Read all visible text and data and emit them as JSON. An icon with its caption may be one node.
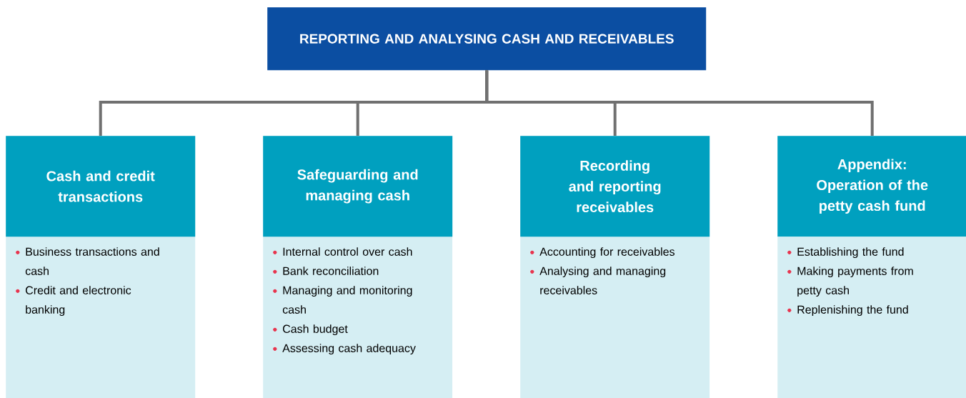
{
  "diagram": {
    "nodes": [
      {
        "text": [
          "REPORTING AND ANALYSING CASH AND RECEIVABLES"
        ]
      },
      {
        "text": [
          "Cash and credit transactions",
          "Business transactions and cash",
          "Credit and electronic banking"
        ]
      },
      {
        "text": [
          "Safeguarding and managing cash",
          "Internal control over cash",
          "Bank reconciliation",
          "Managing and monitoring cash",
          "Cash budget",
          "Assessing cash adequacy"
        ]
      },
      {
        "text": [
          "Recording and reporting receivables",
          "Accounting for receivables",
          "Analysing and managing receivables"
        ]
      },
      {
        "text": [
          "Appendix: Operation of the petty cash fund",
          "Establishing the fund",
          "Making payments from petty cash",
          "Replenishing the fund"
        ]
      }
    ],
    "edges": [
      {
        "from": 0,
        "to": 1,
        "arrow": "none"
      },
      {
        "from": 0,
        "to": 2,
        "arrow": "none"
      },
      {
        "from": 0,
        "to": 3,
        "arrow": "none"
      },
      {
        "from": 0,
        "to": 4,
        "arrow": "none"
      }
    ]
  }
}
